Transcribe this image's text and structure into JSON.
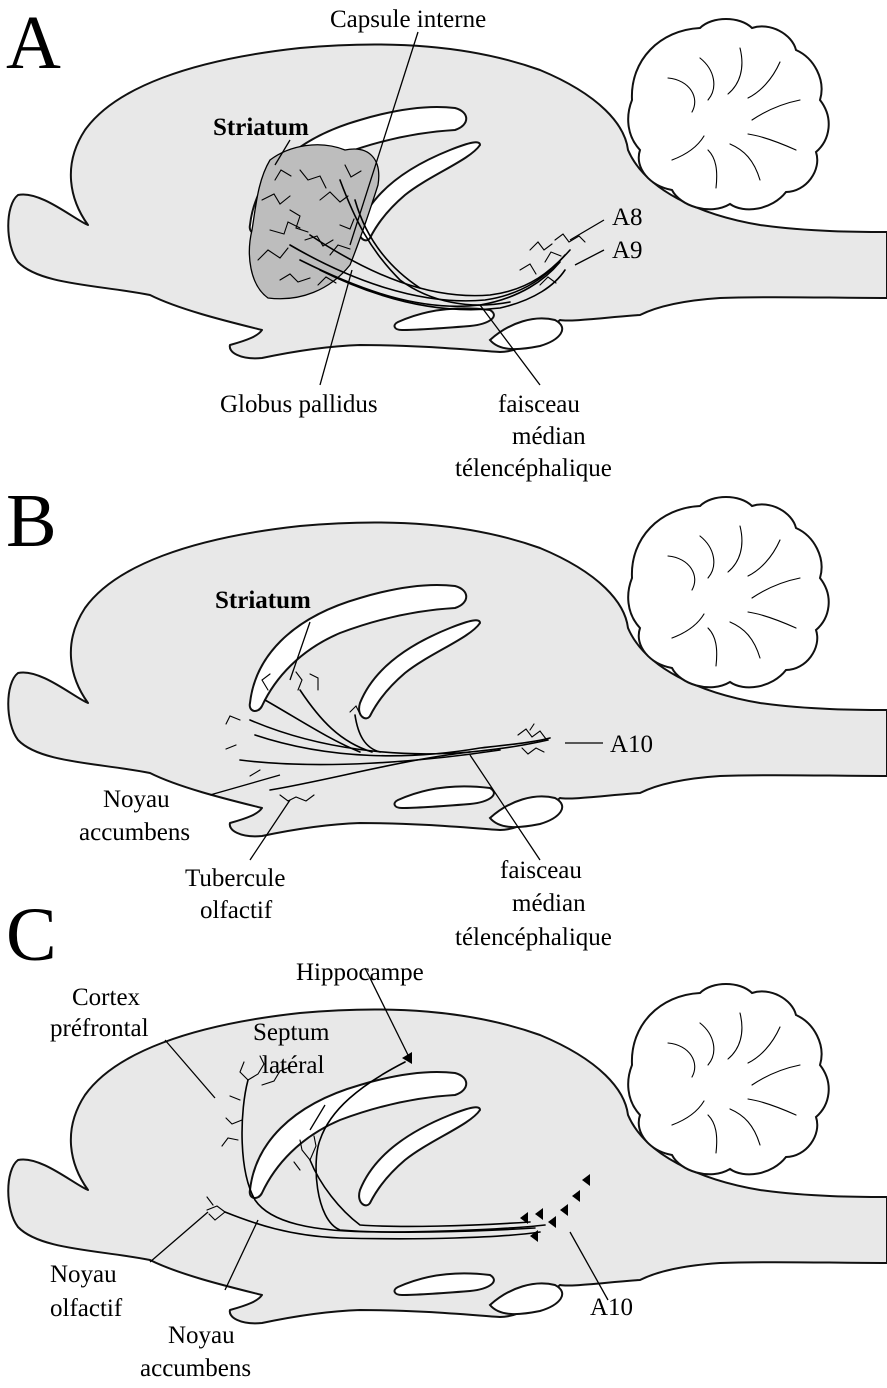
{
  "panels": [
    {
      "letter": "A",
      "labels": {
        "capsule": "Capsule interne",
        "striatum": "Striatum",
        "a8": "A8",
        "a9": "A9",
        "globus": "Globus pallidus",
        "mfb1": "faisceau",
        "mfb2": "médian",
        "mfb3": "télencéphalique"
      }
    },
    {
      "letter": "B",
      "labels": {
        "striatum": "Striatum",
        "a10": "A10",
        "noyau1": "Noyau",
        "noyau2": "accumbens",
        "tub1": "Tubercule",
        "tub2": "olfactif",
        "mfb1": "faisceau",
        "mfb2": "médian",
        "mfb3": "télencéphalique"
      }
    },
    {
      "letter": "C",
      "labels": {
        "hippo": "Hippocampe",
        "cortex1": "Cortex",
        "cortex2": "préfrontal",
        "septum1": "Septum",
        "septum2": "latéral",
        "olf1": "Noyau",
        "olf2": "olfactif",
        "acc1": "Noyau",
        "acc2": "accumbens",
        "a10": "A10"
      }
    }
  ]
}
